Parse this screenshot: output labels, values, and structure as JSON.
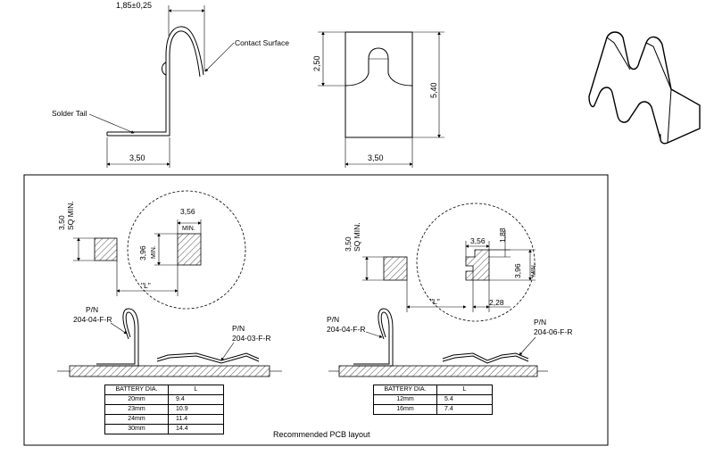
{
  "top": {
    "width_tol": "1,85±0,25",
    "contact_surface": "Contact Surface",
    "solder_tail": "Solder Tail",
    "side_width": "3,50",
    "front_height_small": "2,50",
    "front_height_total": "5,40",
    "front_width": "3,50"
  },
  "left_panel": {
    "sq_min_value": "3,50",
    "sq_min_label": "SQ MIN.",
    "circle_width_value": "3,56",
    "circle_width_min": "MIN.",
    "circle_height_value": "3,96",
    "circle_height_min": "MIN.",
    "l_label": "\"L\"",
    "pn_left_title": "P/N",
    "pn_left_number": "204-04-F-R",
    "pn_right_title": "P/N",
    "pn_right_number": "204-03-F-R",
    "table": {
      "headers": [
        "BATTERY DIA.",
        "L"
      ],
      "rows": [
        [
          "20mm",
          "9.4"
        ],
        [
          "23mm",
          "10.9"
        ],
        [
          "24mm",
          "11.4"
        ],
        [
          "30mm",
          "14.4"
        ]
      ]
    }
  },
  "right_panel": {
    "sq_min_value": "3,50",
    "sq_min_label": "SQ MIN.",
    "dim_356": "3,56",
    "dim_188": "1,88",
    "dim_396": "3,96",
    "dim_396_min": "MIN.",
    "dim_228": "2,28",
    "l_label": "\"L\"",
    "pn_left_title": "P/N",
    "pn_left_number": "204-04-F-R",
    "pn_right_title": "P/N",
    "pn_right_number": "204-06-F-R",
    "table": {
      "headers": [
        "BATTERY DIA.",
        "L"
      ],
      "rows": [
        [
          "12mm",
          "5.4"
        ],
        [
          "16mm",
          "7.4"
        ]
      ]
    }
  },
  "caption": "Recommended PCB layout"
}
